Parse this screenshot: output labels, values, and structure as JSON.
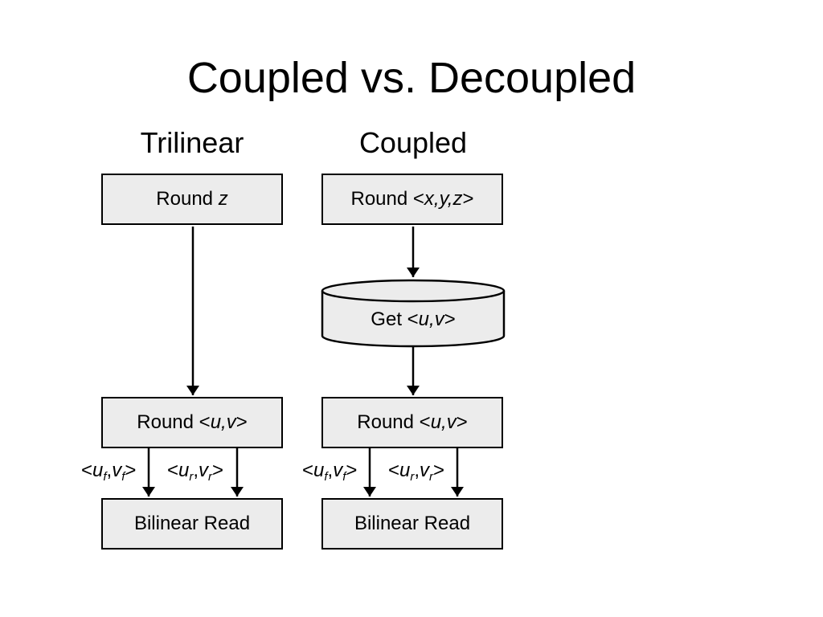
{
  "title": "Coupled vs. Decoupled",
  "columns": {
    "left": {
      "heading": "Trilinear",
      "round_z": {
        "prefix": "Round ",
        "var": "z"
      },
      "round_uv": {
        "prefix": "Round <",
        "var": "u,v",
        "suffix": ">"
      },
      "bilinear": "Bilinear Read",
      "label_front": {
        "open": "<",
        "u": "u",
        "u_sub": "f",
        "comma": ",",
        "v": "v",
        "v_sub": "f",
        "close": ">"
      },
      "label_rear": {
        "open": "<",
        "u": "u",
        "u_sub": "r",
        "comma": ",",
        "v": "v",
        "v_sub": "r",
        "close": ">"
      }
    },
    "right": {
      "heading": "Coupled",
      "round_xyz": {
        "prefix": "Round <",
        "var": "x,y,z",
        "suffix": ">"
      },
      "get_uv": {
        "prefix": "Get <",
        "var": "u,v",
        "suffix": ">"
      },
      "round_uv": {
        "prefix": "Round <",
        "var": "u,v",
        "suffix": ">"
      },
      "bilinear": "Bilinear Read",
      "label_front": {
        "open": "<",
        "u": "u",
        "u_sub": "f",
        "comma": ",",
        "v": "v",
        "v_sub": "f",
        "close": ">"
      },
      "label_rear": {
        "open": "<",
        "u": "u",
        "u_sub": "r",
        "comma": ",",
        "v": "v",
        "v_sub": "r",
        "close": ">"
      }
    }
  },
  "colors": {
    "box_fill": "#ececec",
    "stroke": "#000000",
    "background": "#ffffff"
  }
}
